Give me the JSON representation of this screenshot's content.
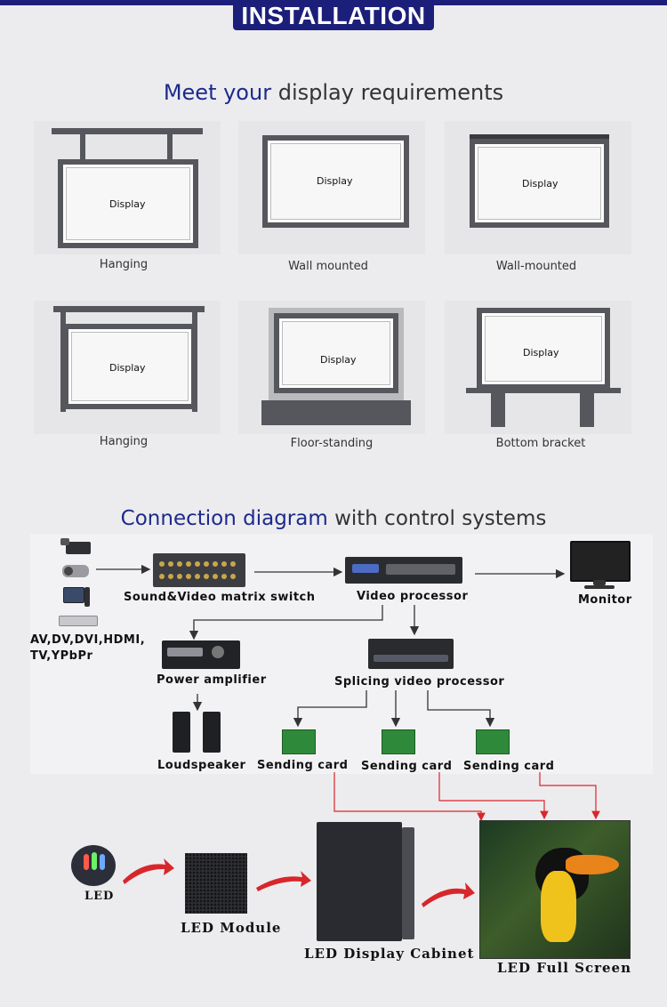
{
  "header": {
    "badge": "INSTALLATION"
  },
  "section1": {
    "title_highlight": "Meet your",
    "title_rest": "display requirements",
    "display_label": "Display",
    "items": [
      {
        "caption": "Hanging"
      },
      {
        "caption": "Wall mounted"
      },
      {
        "caption": "Wall-mounted"
      },
      {
        "caption": "Hanging"
      },
      {
        "caption": "Floor-standing"
      },
      {
        "caption": "Bottom bracket"
      }
    ]
  },
  "section2": {
    "title_highlight": "Connection diagram",
    "title_rest": "with control systems",
    "labels": {
      "matrix": "Sound&Video matrix switch",
      "video_processor": "Video processor",
      "monitor": "Monitor",
      "sources_line1": "AV,DV,DVI,HDMI,",
      "sources_line2": "TV,YPbPr",
      "power_amplifier": "Power amplifier",
      "splicing": "Splicing video processor",
      "loudspeaker": "Loudspeaker",
      "sending_card_1": "Sending card",
      "sending_card_2": "Sending card",
      "sending_card_3": "Sending card"
    }
  },
  "section3": {
    "led": "LED",
    "module": "LED Module",
    "cabinet": "LED Display Cabinet",
    "full_screen": "LED Full Screen"
  },
  "colors": {
    "brand": "#1b1f7a",
    "frame": "#55575c",
    "arrow_red": "#d8262b"
  }
}
